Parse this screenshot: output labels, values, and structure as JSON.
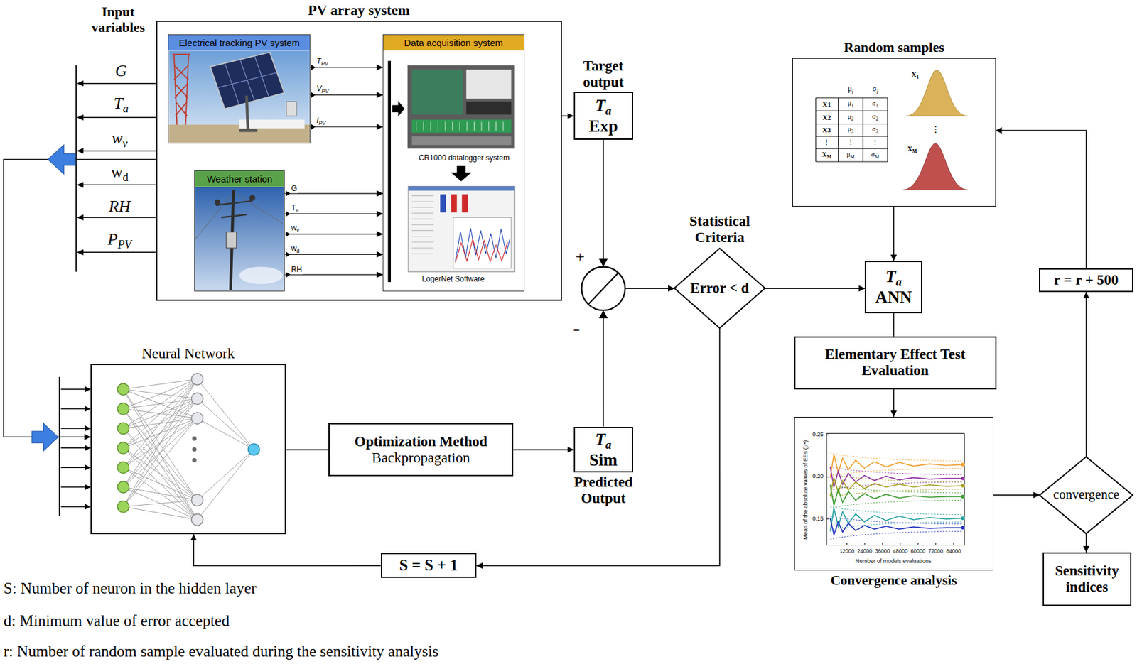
{
  "diagram": {
    "nodes": [
      {
        "text": [
          "PV array system"
        ]
      },
      {
        "text": [
          "Electrical tracking PV system"
        ],
        "in": 0
      },
      {
        "text": [
          "Data acquisition system"
        ],
        "in": 0
      },
      {
        "text": [
          "Weather station"
        ],
        "in": 0
      },
      {
        "text": [
          "Target output",
          "Ta Exp"
        ]
      },
      {
        "text": [
          "Random samples"
        ]
      },
      {
        "text": [
          "Statistical Criteria",
          "Error < d"
        ]
      },
      {
        "text": [
          "Ta ANN"
        ]
      },
      {
        "text": [
          "r = r + 500"
        ]
      },
      {
        "text": [
          "Neural Network"
        ]
      },
      {
        "text": [
          "Elementary Effect Test Evaluation"
        ]
      },
      {
        "text": [
          "Optimization Method",
          "Backpropagation"
        ]
      },
      {
        "text": [
          "Ta Sim",
          "Predicted Output"
        ]
      },
      {
        "text": [
          "Convergence analysis"
        ]
      },
      {
        "text": [
          "convergence"
        ]
      },
      {
        "text": [
          "Sensitivity indices"
        ]
      },
      {
        "text": [
          "S = S + 1"
        ]
      }
    ],
    "edges": [
      {
        "from": 1,
        "to": 2,
        "arrow": "to",
        "label": "TPV"
      },
      {
        "from": 1,
        "to": 2,
        "arrow": "to",
        "label": "VPV"
      },
      {
        "from": 1,
        "to": 2,
        "arrow": "to",
        "label": "IPV"
      },
      {
        "from": 3,
        "to": 2,
        "arrow": "to",
        "label": "G"
      },
      {
        "from": 3,
        "to": 2,
        "arrow": "to",
        "label": "Ta"
      },
      {
        "from": 3,
        "to": 2,
        "arrow": "to",
        "label": "wv"
      },
      {
        "from": 3,
        "to": 2,
        "arrow": "to",
        "label": "wd"
      },
      {
        "from": 3,
        "to": 2,
        "arrow": "to",
        "label": "RH"
      },
      {
        "from": 0,
        "to": 4,
        "arrow": "to"
      },
      {
        "from": 0,
        "to": 9,
        "arrow": "to"
      },
      {
        "from": 4,
        "to": 6,
        "arrow": "to"
      },
      {
        "from": 12,
        "to": 6,
        "arrow": "to"
      },
      {
        "from": 6,
        "to": 7,
        "arrow": "to"
      },
      {
        "from": 6,
        "to": 16,
        "arrow": "to"
      },
      {
        "from": 16,
        "to": 9,
        "arrow": "to"
      },
      {
        "from": 9,
        "to": 11,
        "arrow": "none"
      },
      {
        "from": 11,
        "to": 12,
        "arrow": "to"
      },
      {
        "from": 5,
        "to": 7,
        "arrow": "to"
      },
      {
        "from": 7,
        "to": 10,
        "arrow": "none"
      },
      {
        "from": 10,
        "to": 13,
        "arrow": "to"
      },
      {
        "from": 13,
        "to": 14,
        "arrow": "to"
      },
      {
        "from": 14,
        "to": 15,
        "arrow": "to"
      },
      {
        "from": 14,
        "to": 8,
        "arrow": "to"
      },
      {
        "from": 8,
        "to": 5,
        "arrow": "to"
      }
    ],
    "labels": [
      "Input variables",
      "G",
      "Ta",
      "wv",
      "wd",
      "RH",
      "PPV",
      "CR1000 datalogger system",
      "LogerNet Software",
      "+",
      "-",
      "μi",
      "σi",
      "X1",
      "μ1",
      "σ1",
      "X2",
      "μ2",
      "σ2",
      "X3",
      "μ3",
      "σ3",
      "⋮",
      "⋮",
      "⋮",
      "XM",
      "μM",
      "σM",
      "X1",
      "⋮",
      "XM",
      "0.25",
      "0.20",
      "0.15",
      "12000",
      "24000",
      "36000",
      "48000",
      "60000",
      "72000",
      "84000",
      "Mean of the absolute values of EEs (μ*)",
      "Number of models evaluations",
      "S: Number of neuron in the hidden layer",
      "d: Minimum value of error accepted",
      "r: Number of random sample evaluated during the sensitivity analysis"
    ]
  }
}
